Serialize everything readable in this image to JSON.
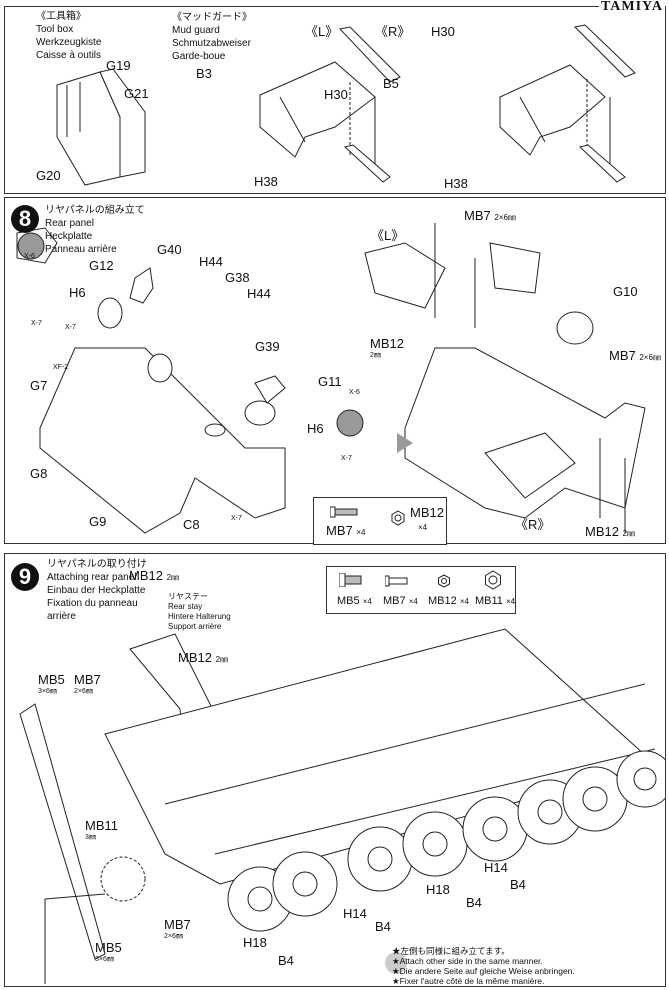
{
  "header": {
    "brand": "TAMIYA"
  },
  "top_panel": {
    "toolbox": {
      "title_jp": "《工具箱》",
      "title_en": "Tool box",
      "title_de": "Werkzeugkiste",
      "title_fr": "Caisse à outils",
      "parts": [
        "G19",
        "G21",
        "G20"
      ]
    },
    "mudguard": {
      "title_jp": "《マッドガード》",
      "title_en": "Mud guard",
      "title_de": "Schmutzabweiser",
      "title_fr": "Garde-boue",
      "left_label": "《L》",
      "right_label": "《R》",
      "parts_left": [
        "B3",
        "H30",
        "H38"
      ],
      "parts_right": [
        "H30",
        "B5",
        "H38"
      ]
    }
  },
  "step8": {
    "number": "8",
    "title_jp": "リヤパネルの組み立て",
    "title_en": "Rear panel",
    "title_de": "Heckplatte",
    "title_fr": "Panneau arrière",
    "labels": [
      "G40",
      "G12",
      "H44",
      "G38",
      "H44",
      "H6",
      "X-6",
      "X-7",
      "X-7",
      "XF-2",
      "G39",
      "G7",
      "G11",
      "X-6",
      "H6",
      "X-7",
      "G8",
      "G9",
      "C8",
      "X-7"
    ],
    "right_labels": {
      "mb7_top": "MB7",
      "mb7_top_size": "2×6㎜",
      "left": "《L》",
      "g10": "G10",
      "mb12_left": "MB12",
      "mb12_left_size": "2㎜",
      "mb7_right": "MB7",
      "mb7_right_size": "2×6㎜",
      "right": "《R》",
      "mb12_bottom": "MB12",
      "mb12_bottom_size": "2㎜"
    },
    "parts_box": [
      {
        "name": "MB7",
        "qty": "×4",
        "icon": "screw"
      },
      {
        "name": "MB12",
        "qty": "×4",
        "icon": "hex-nut"
      }
    ]
  },
  "step9": {
    "number": "9",
    "title_jp": "リヤパネルの取り付け",
    "title_en": "Attaching rear panel",
    "title_de": "Einbau der Heckplatte",
    "title_fr_1": "Fixation du panneau",
    "title_fr_2": "arrière",
    "rear_stay": {
      "jp": "リヤステー",
      "en": "Rear stay",
      "de": "Hintere Halterung",
      "fr": "Support arrière"
    },
    "labels": {
      "mb12_a": "MB12",
      "mb12_a_size": "2㎜",
      "mb12_b": "MB12",
      "mb12_b_size": "2㎜",
      "mb5_a": "MB5",
      "mb5_a_size": "3×6㎜",
      "mb7_a": "MB7",
      "mb7_a_size": "2×6㎜",
      "mb11": "MB11",
      "mb11_size": "3㎜",
      "mb7_b": "MB7",
      "mb7_b_size": "2×6㎜",
      "mb5_b": "MB5",
      "mb5_b_size": "3×6㎜"
    },
    "wheel_labels": [
      "H18",
      "B4",
      "H14",
      "B4",
      "H18",
      "B4",
      "H14",
      "B4"
    ],
    "parts_box": [
      {
        "name": "MB5",
        "qty": "×4",
        "icon": "screw-large"
      },
      {
        "name": "MB7",
        "qty": "×4",
        "icon": "screw"
      },
      {
        "name": "MB12",
        "qty": "×4",
        "icon": "hex-nut-small"
      },
      {
        "name": "MB11",
        "qty": "×4",
        "icon": "hex-nut-large"
      }
    ],
    "note": [
      "★左側も同様に組み立てます。",
      "★Attach other side in the same manner.",
      "★Die andere Seite auf gleiche Weise anbringen.",
      "★Fixer l'autre côté de la même manière."
    ]
  }
}
